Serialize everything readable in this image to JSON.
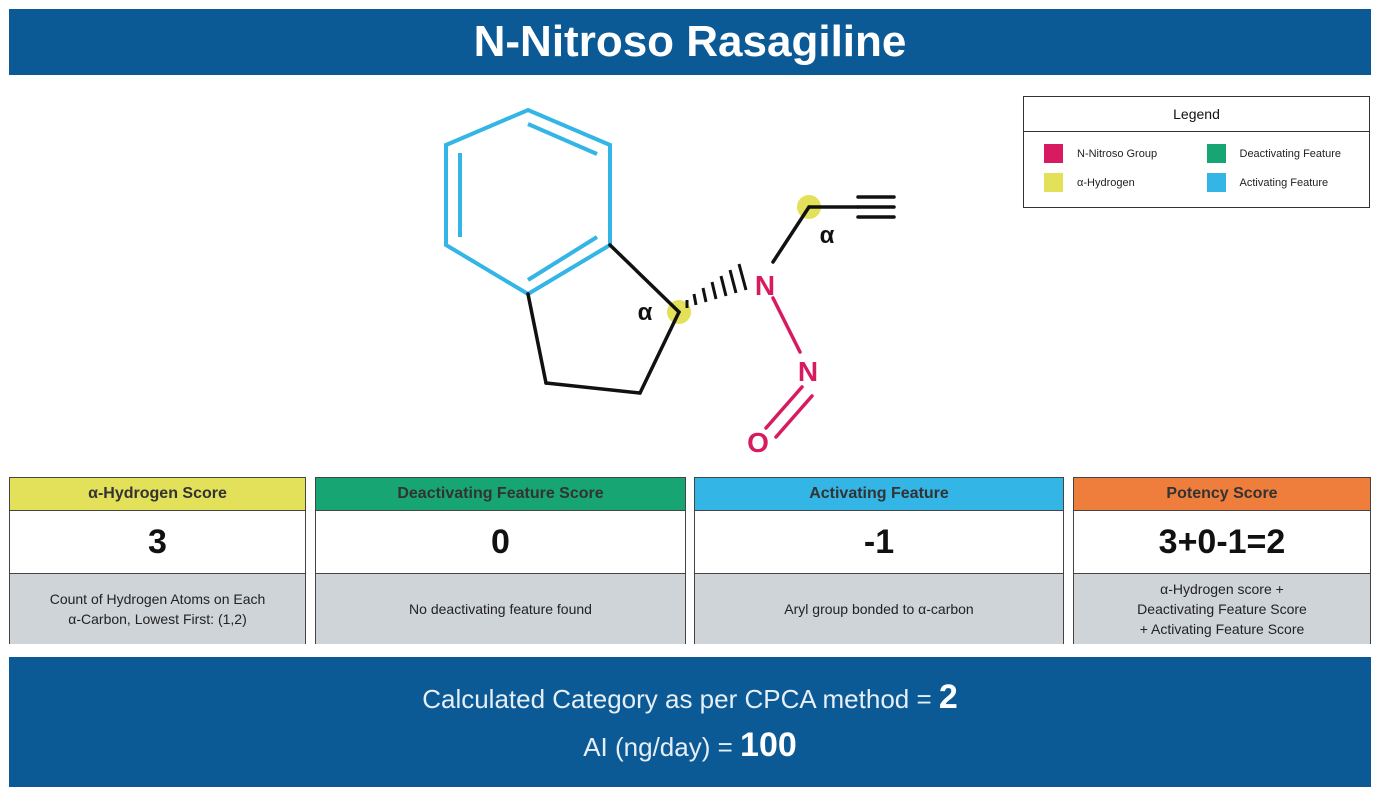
{
  "header": {
    "title": "N-Nitroso Rasagiline"
  },
  "colors": {
    "n_nitroso_group": "#d81b60",
    "alpha_hydrogen": "#e3e05a",
    "deactivating_feature": "#17a673",
    "activating_feature": "#33b5e5",
    "potency": "#ef7d3c",
    "banner": "#0b5a96"
  },
  "structure": {
    "alpha_label_ring": "α",
    "alpha_label_chain": "α",
    "atom_n1": "N",
    "atom_n2": "N",
    "atom_o": "O"
  },
  "legend": {
    "title": "Legend",
    "items": [
      {
        "label": "N-Nitroso Group",
        "color": "#d81b60"
      },
      {
        "label": "Deactivating Feature",
        "color": "#17a673"
      },
      {
        "label": "α-Hydrogen",
        "color": "#e3e05a"
      },
      {
        "label": "Activating Feature",
        "color": "#33b5e5"
      }
    ]
  },
  "scores": [
    {
      "heading": "α-Hydrogen Score",
      "color": "#e3e05a",
      "value": "3",
      "description": [
        "Count of Hydrogen Atoms on Each",
        "α-Carbon, Lowest First: (1,2)"
      ]
    },
    {
      "heading": "Deactivating Feature Score",
      "color": "#17a673",
      "value": "0",
      "description": [
        "No deactivating feature found"
      ]
    },
    {
      "heading": "Activating Feature",
      "color": "#33b5e5",
      "value": "-1",
      "description": [
        "Aryl group bonded to α-carbon"
      ]
    },
    {
      "heading": "Potency Score",
      "color": "#ef7d3c",
      "value": "3+0-1=2",
      "description": [
        "α-Hydrogen score +",
        "Deactivating Feature Score",
        "+ Activating Feature Score"
      ]
    }
  ],
  "result": {
    "category_label": "Calculated Category as per CPCA method =",
    "category_value": "2",
    "ai_label": "AI (ng/day) =",
    "ai_value": "100"
  }
}
